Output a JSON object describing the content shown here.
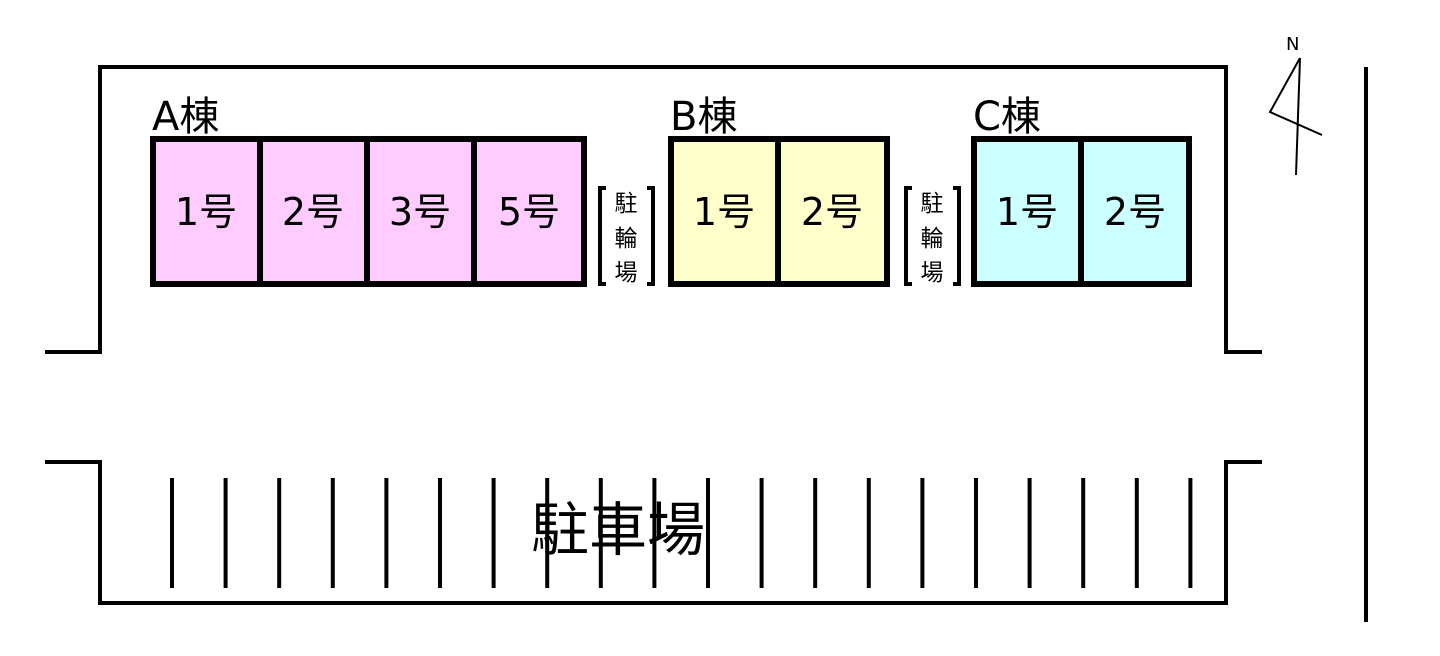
{
  "buildings": [
    {
      "label": "A棟",
      "color": "#ffccff",
      "units": [
        "1号",
        "2号",
        "3号",
        "5号"
      ]
    },
    {
      "label": "B棟",
      "color": "#ffffcc",
      "units": [
        "1号",
        "2号"
      ]
    },
    {
      "label": "C棟",
      "color": "#ccffff",
      "units": [
        "1号",
        "2号"
      ]
    }
  ],
  "bike_parking": [
    {
      "chars": [
        "駐",
        "輪",
        "場"
      ]
    },
    {
      "chars": [
        "駐",
        "輪",
        "場"
      ]
    }
  ],
  "parking": {
    "label": "駐車場"
  },
  "north": {
    "label": "N"
  }
}
